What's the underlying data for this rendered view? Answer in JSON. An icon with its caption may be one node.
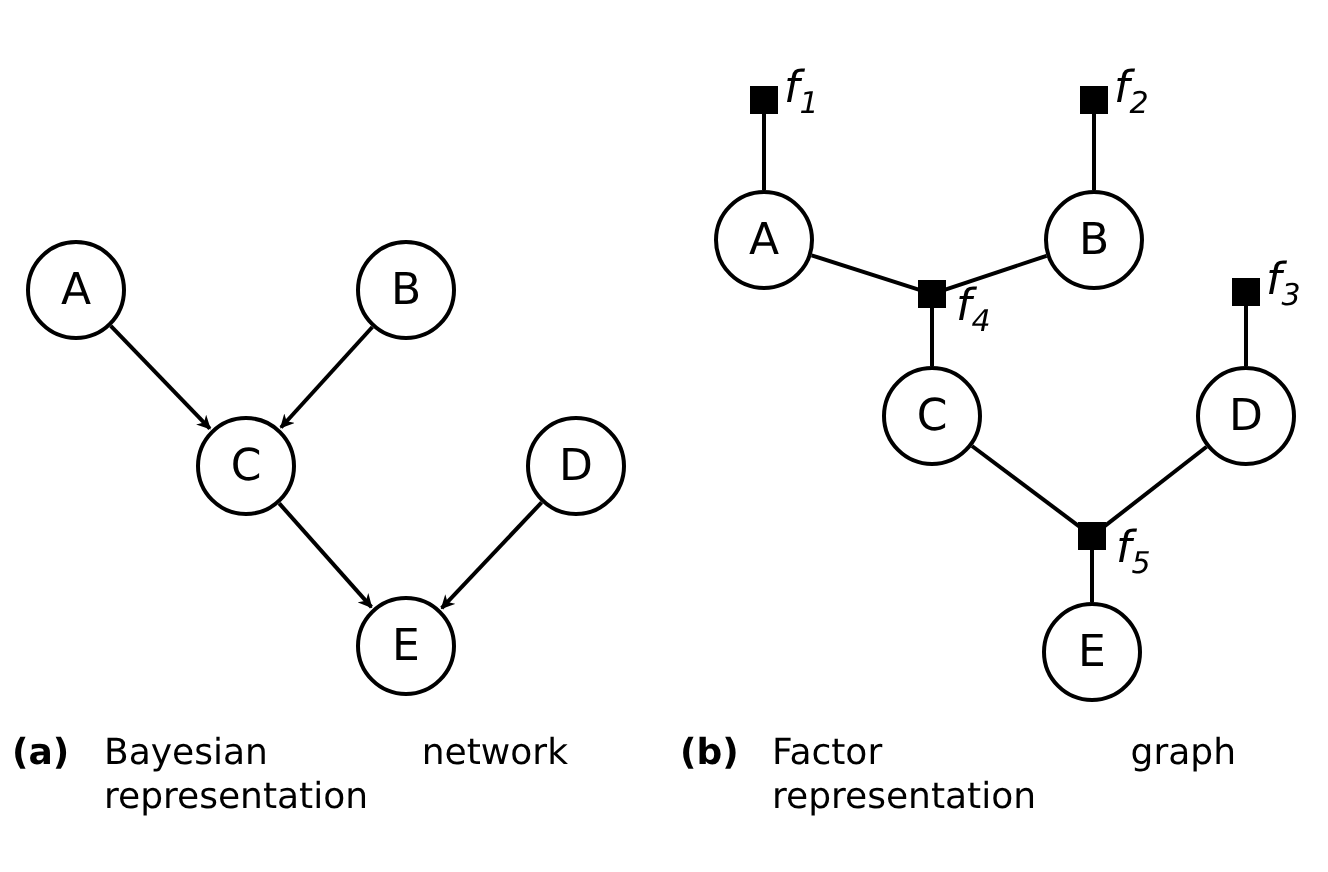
{
  "diagram": {
    "nodes": [
      {
        "text": [
          "A"
        ]
      },
      {
        "text": [
          "B"
        ]
      },
      {
        "text": [
          "C"
        ]
      },
      {
        "text": [
          "D"
        ]
      },
      {
        "text": [
          "E"
        ]
      },
      {
        "text": [],
        "shape": "box",
        "beside": [
          "f$_{1}$"
        ]
      },
      {
        "text": [],
        "shape": "box",
        "beside": [
          "f$_{2}$"
        ]
      },
      {
        "text": [
          "A"
        ]
      },
      {
        "text": [
          "B"
        ]
      },
      {
        "text": [],
        "shape": "box",
        "beside": [
          "f$_{4}$"
        ]
      },
      {
        "text": [],
        "shape": "box",
        "beside": [
          "f$_{3}$"
        ]
      },
      {
        "text": [
          "C"
        ]
      },
      {
        "text": [
          "D"
        ]
      },
      {
        "text": [],
        "shape": "box",
        "beside": [
          "f$_{5}$"
        ]
      },
      {
        "text": [
          "E"
        ]
      }
    ],
    "edges": [
      {
        "from": 0,
        "to": 2,
        "arrow": "to"
      },
      {
        "from": 1,
        "to": 2,
        "arrow": "to"
      },
      {
        "from": 2,
        "to": 4,
        "arrow": "to"
      },
      {
        "from": 3,
        "to": 4,
        "arrow": "to"
      },
      {
        "from": 5,
        "to": 7,
        "arrow": "none"
      },
      {
        "from": 6,
        "to": 8,
        "arrow": "none"
      },
      {
        "from": 7,
        "to": 9,
        "arrow": "none"
      },
      {
        "from": 8,
        "to": 9,
        "arrow": "none"
      },
      {
        "from": 9,
        "to": 11,
        "arrow": "none"
      },
      {
        "from": 10,
        "to": 12,
        "arrow": "none"
      },
      {
        "from": 11,
        "to": 13,
        "arrow": "none"
      },
      {
        "from": 12,
        "to": 13,
        "arrow": "none"
      },
      {
        "from": 13,
        "to": 14,
        "arrow": "none"
      }
    ],
    "labels": [
      "(a)",
      "Bayesian network representation",
      "(b)",
      "Factor graph representation"
    ]
  }
}
